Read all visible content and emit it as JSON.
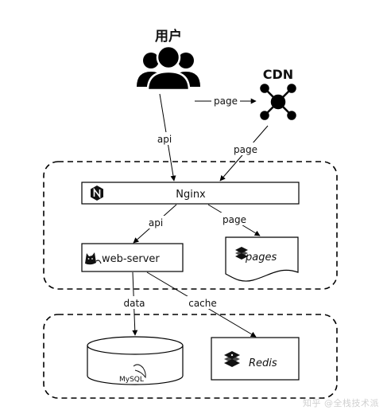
{
  "nodes": {
    "user": {
      "label": "用户"
    },
    "cdn": {
      "label": "CDN"
    },
    "nginx": {
      "label": "Nginx"
    },
    "web_server": {
      "label": "web-server"
    },
    "pages": {
      "label": "pages"
    },
    "mysql": {
      "label": "MySQL"
    },
    "redis": {
      "label": "Redis"
    }
  },
  "edges": {
    "user_to_cdn": "page",
    "user_to_nginx": "api",
    "cdn_to_nginx": "page",
    "nginx_to_web": "api",
    "nginx_to_pages": "page",
    "web_to_mysql": "data",
    "web_to_redis": "cache"
  },
  "watermark": "知乎 @全栈技术派",
  "icons": {
    "user": "users-group-icon",
    "cdn": "network-hub-icon",
    "nginx": "nginx-logo-icon",
    "web_server": "tomcat-cat-icon",
    "pages": "layers-stack-icon",
    "mysql": "dolphin-icon",
    "redis": "redis-stack-icon"
  },
  "colors": {
    "stroke": "#000000",
    "background": "#ffffff"
  }
}
